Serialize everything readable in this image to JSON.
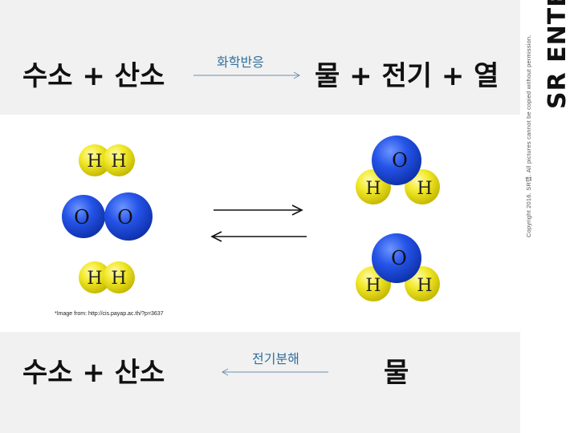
{
  "top_equation": {
    "left": "수소 + 산소",
    "arrow_label": "화학반응",
    "right": "물 + 전기 + 열"
  },
  "bottom_equation": {
    "left": "수소 + 산소",
    "arrow_label": "전기분해",
    "right": "물"
  },
  "molecules": {
    "hydrogen_atom": "H",
    "oxygen_atom": "O"
  },
  "image_credit": "*Image from: http://cis.payap.ac.th/?p=3637",
  "sidebar": {
    "copyright": "Copyright 2016. SR랩. All pictures cannot be copied without permission.",
    "brand": "SR ENTER"
  },
  "colors": {
    "hydrogen": "#f2e92a",
    "oxygen": "#1f4fe0",
    "band": "#f1f1f1",
    "arrow_label": "#2f6f9f"
  }
}
